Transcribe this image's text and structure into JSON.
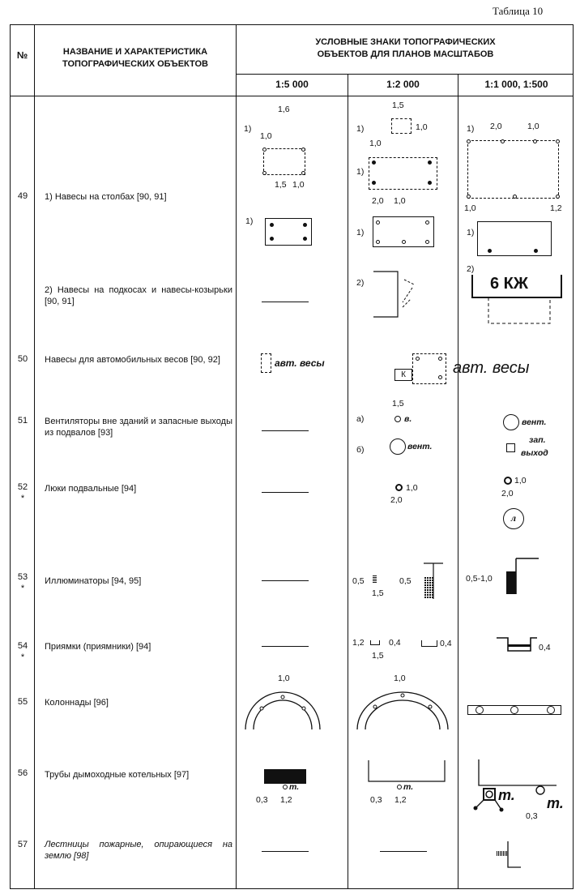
{
  "caption": "Таблица 10",
  "header": {
    "num": "№",
    "name_line1": "НАЗВАНИЕ И ХАРАКТЕРИСТИКА",
    "name_line2": "ТОПОГРАФИЧЕСКИХ ОБЪЕКТОВ",
    "signs_line1": "УСЛОВНЫЕ ЗНАКИ ТОПОГРАФИЧЕСКИХ",
    "signs_line2": "ОБЪЕКТОВ ДЛЯ ПЛАНОВ МАСШТАБОВ",
    "scale1": "1:5 000",
    "scale2": "1:2 000",
    "scale3": "1:1 000, 1:500"
  },
  "rows": [
    {
      "num": "49",
      "name": "1)  Навесы  на  столбах  [90, 91]"
    },
    {
      "num": "",
      "name": "2) Навесы на подкосах и навесы-козырьки  [90, 91]"
    },
    {
      "num": "50",
      "name": "Навесы  для  автомобильных  весов  [90, 92]"
    },
    {
      "num": "51",
      "name": "Вентиляторы  вне  зданий  и  запасные  выходы  из  подвалов  [93]"
    },
    {
      "num": "52",
      "star": "*",
      "name": "Люки  подвальные  [94]"
    },
    {
      "num": "53",
      "star": "*",
      "name": "Иллюминаторы  [94, 95]"
    },
    {
      "num": "54",
      "star": "*",
      "name": "Приямки  (приямники)  [94]"
    },
    {
      "num": "55",
      "name": "Колоннады  [96]"
    },
    {
      "num": "56",
      "name": "Трубы  дымоходные  котельных  [97]"
    },
    {
      "num": "57",
      "name": "Лестницы  пожарные,  опирающиеся  на  землю  [98]"
    }
  ],
  "labels": {
    "one": "1)",
    "two": "2)",
    "a": "а)",
    "b": "б)",
    "d16": "1,6",
    "d10": "1,0",
    "d15": "1,5",
    "d20": "2,0",
    "d12": "1,2",
    "d05": "0,5",
    "d04": "0,4",
    "d03": "0,3",
    "d0510": "0,5-1,0",
    "k": "К",
    "kzh": "6 КЖ",
    "avt_vesy": "авт. весы",
    "v": "в.",
    "vent": "вент.",
    "vent2": "вент.",
    "zap": "зап.",
    "vyhod": "выход",
    "l": "л",
    "t": "т."
  }
}
